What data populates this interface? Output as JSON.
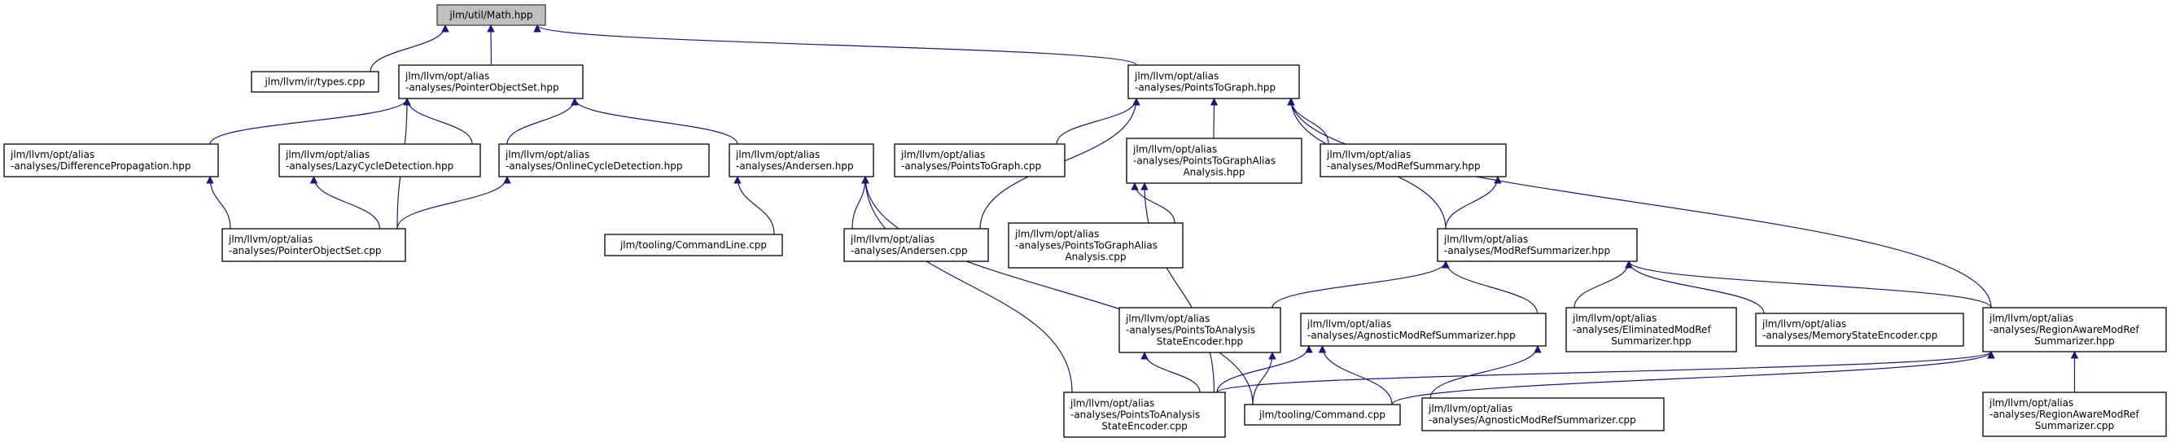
{
  "colors": {
    "edge": "#191970",
    "current_node_fill": "#bfbfbf",
    "node_fill": "#ffffff"
  },
  "nodes": {
    "math": {
      "lines": [
        "jlm/util/Math.hpp"
      ],
      "current": true
    },
    "types": {
      "lines": [
        "jlm/llvm/ir/types.cpp"
      ]
    },
    "pos_hpp": {
      "lines": [
        "jlm/llvm/opt/alias",
        "-analyses/PointerObjectSet.hpp"
      ]
    },
    "ptg_hpp": {
      "lines": [
        "jlm/llvm/opt/alias",
        "-analyses/PointsToGraph.hpp"
      ]
    },
    "diffprop": {
      "lines": [
        "jlm/llvm/opt/alias",
        "-analyses/DifferencePropagation.hpp"
      ]
    },
    "lazy": {
      "lines": [
        "jlm/llvm/opt/alias",
        "-analyses/LazyCycleDetection.hpp"
      ]
    },
    "online": {
      "lines": [
        "jlm/llvm/opt/alias",
        "-analyses/OnlineCycleDetection.hpp"
      ]
    },
    "andersen_hpp": {
      "lines": [
        "jlm/llvm/opt/alias",
        "-analyses/Andersen.hpp"
      ]
    },
    "ptg_cpp": {
      "lines": [
        "jlm/llvm/opt/alias",
        "-analyses/PointsToGraph.cpp"
      ]
    },
    "ptgaa_hpp": {
      "lines": [
        "jlm/llvm/opt/alias",
        "-analyses/PointsToGraphAlias",
        "Analysis.hpp"
      ]
    },
    "modrefsummary": {
      "lines": [
        "jlm/llvm/opt/alias",
        "-analyses/ModRefSummary.hpp"
      ]
    },
    "pos_cpp": {
      "lines": [
        "jlm/llvm/opt/alias",
        "-analyses/PointerObjectSet.cpp"
      ]
    },
    "cmdline": {
      "lines": [
        "jlm/tooling/CommandLine.cpp"
      ]
    },
    "andersen_cpp": {
      "lines": [
        "jlm/llvm/opt/alias",
        "-analyses/Andersen.cpp"
      ]
    },
    "ptgaa_cpp": {
      "lines": [
        "jlm/llvm/opt/alias",
        "-analyses/PointsToGraphAlias",
        "Analysis.cpp"
      ]
    },
    "mrs": {
      "lines": [
        "jlm/llvm/opt/alias",
        "-analyses/ModRefSummarizer.hpp"
      ]
    },
    "ptase_hpp": {
      "lines": [
        "jlm/llvm/opt/alias",
        "-analyses/PointsToAnalysis",
        "StateEncoder.hpp"
      ]
    },
    "agn_hpp": {
      "lines": [
        "jlm/llvm/opt/alias",
        "-analyses/AgnosticModRefSummarizer.hpp"
      ]
    },
    "elim": {
      "lines": [
        "jlm/llvm/opt/alias",
        "-analyses/EliminatedModRef",
        "Summarizer.hpp"
      ]
    },
    "memse": {
      "lines": [
        "jlm/llvm/opt/alias",
        "-analyses/MemoryStateEncoder.cpp"
      ]
    },
    "ra_hpp": {
      "lines": [
        "jlm/llvm/opt/alias",
        "-analyses/RegionAwareModRef",
        "Summarizer.hpp"
      ]
    },
    "ptase_cpp": {
      "lines": [
        "jlm/llvm/opt/alias",
        "-analyses/PointsToAnalysis",
        "StateEncoder.cpp"
      ]
    },
    "command": {
      "lines": [
        "jlm/tooling/Command.cpp"
      ]
    },
    "agn_cpp": {
      "lines": [
        "jlm/llvm/opt/alias",
        "-analyses/AgnosticModRefSummarizer.cpp"
      ]
    },
    "ra_cpp": {
      "lines": [
        "jlm/llvm/opt/alias",
        "-analyses/RegionAwareModRef",
        "Summarizer.cpp"
      ]
    }
  },
  "edges": [
    [
      "types",
      "math"
    ],
    [
      "pos_hpp",
      "math"
    ],
    [
      "ptg_hpp",
      "math"
    ],
    [
      "diffprop",
      "pos_hpp"
    ],
    [
      "pos_cpp",
      "pos_hpp"
    ],
    [
      "lazy",
      "pos_hpp"
    ],
    [
      "online",
      "pos_hpp"
    ],
    [
      "andersen_hpp",
      "pos_hpp"
    ],
    [
      "pos_cpp",
      "diffprop"
    ],
    [
      "pos_cpp",
      "lazy"
    ],
    [
      "pos_cpp",
      "online"
    ],
    [
      "cmdline",
      "andersen_hpp"
    ],
    [
      "andersen_cpp",
      "andersen_hpp"
    ],
    [
      "command",
      "andersen_hpp"
    ],
    [
      "ptase_cpp",
      "andersen_hpp"
    ],
    [
      "ptg_cpp",
      "ptg_hpp"
    ],
    [
      "andersen_cpp",
      "ptg_hpp"
    ],
    [
      "ptgaa_hpp",
      "ptg_hpp"
    ],
    [
      "modrefsummary",
      "ptg_hpp"
    ],
    [
      "mrs",
      "ptg_hpp"
    ],
    [
      "ra_hpp",
      "ptg_hpp"
    ],
    [
      "ptgaa_cpp",
      "ptgaa_hpp"
    ],
    [
      "ptase_cpp",
      "ptgaa_hpp"
    ],
    [
      "mrs",
      "modrefsummary"
    ],
    [
      "ptase_hpp",
      "mrs"
    ],
    [
      "agn_hpp",
      "mrs"
    ],
    [
      "elim",
      "mrs"
    ],
    [
      "memse",
      "mrs"
    ],
    [
      "ra_hpp",
      "mrs"
    ],
    [
      "ptase_cpp",
      "ptase_hpp"
    ],
    [
      "command",
      "ptase_hpp"
    ],
    [
      "ptase_cpp",
      "agn_hpp"
    ],
    [
      "command",
      "agn_hpp"
    ],
    [
      "agn_cpp",
      "agn_hpp"
    ],
    [
      "ptase_cpp",
      "ra_hpp"
    ],
    [
      "command",
      "ra_hpp"
    ],
    [
      "ra_cpp",
      "ra_hpp"
    ]
  ]
}
